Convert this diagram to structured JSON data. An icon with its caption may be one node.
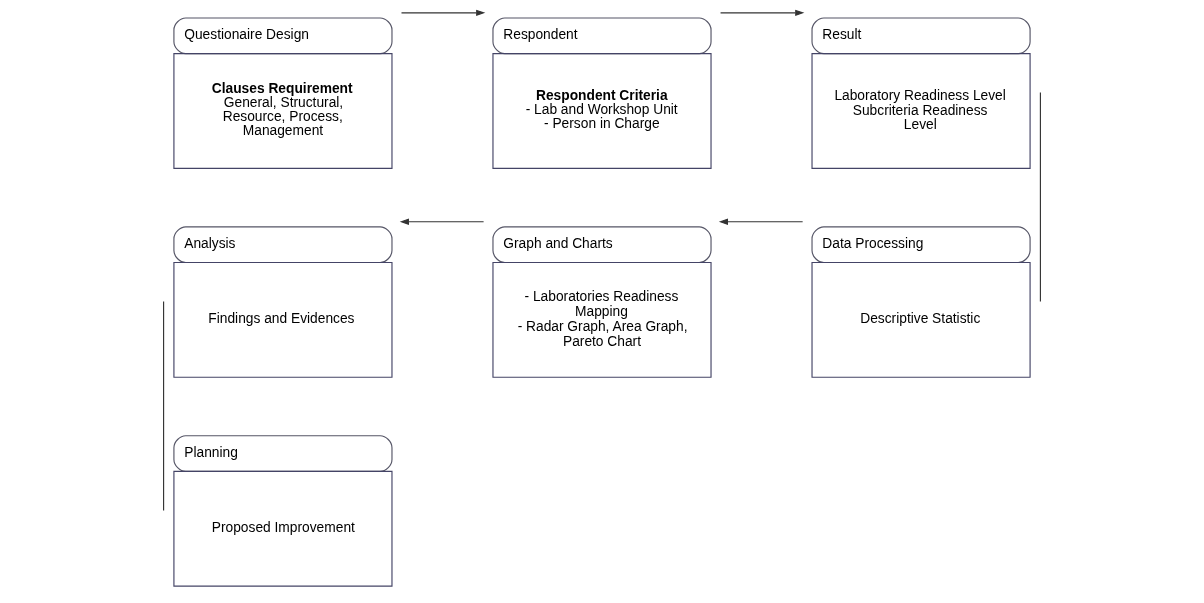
{
  "diagram": {
    "nodes": [
      {
        "text": [
          "Questionaire Design",
          "Clauses Requirement",
          "General, Structural, Resource, Process, Management"
        ]
      },
      {
        "text": [
          "Respondent",
          "Respondent Criteria",
          "- Lab and Workshop Unit",
          "- Person in Charge"
        ]
      },
      {
        "text": [
          "Result",
          "Laboratory Readiness Level",
          "Subcriteria Readiness Level"
        ]
      },
      {
        "text": [
          "Data Processing",
          "Descriptive Statistic"
        ]
      },
      {
        "text": [
          "Graph and Charts",
          "- Laboratories Readiness Mapping",
          "- Radar Graph, Area Graph, Pareto Chart"
        ]
      },
      {
        "text": [
          "Analysis",
          "Findings and Evidences"
        ]
      },
      {
        "text": [
          "Planning",
          "Proposed Improvement"
        ]
      }
    ],
    "edges": [
      {
        "from": 0,
        "to": 1,
        "arrow": "to"
      },
      {
        "from": 1,
        "to": 2,
        "arrow": "to"
      },
      {
        "from": 2,
        "to": 3,
        "arrow": "none"
      },
      {
        "from": 3,
        "to": 4,
        "arrow": "to"
      },
      {
        "from": 4,
        "to": 5,
        "arrow": "to"
      },
      {
        "from": 5,
        "to": 6,
        "arrow": "none"
      }
    ]
  }
}
